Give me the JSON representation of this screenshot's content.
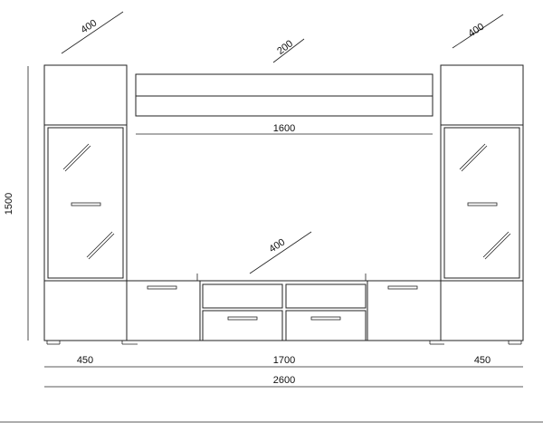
{
  "dimensions": {
    "left_tower_depth": "400",
    "shelf_depth": "200",
    "right_tower_depth": "400",
    "shelf_width": "1600",
    "tv_unit_depth": "400",
    "height": "1500",
    "left_tower_width": "450",
    "tv_unit_width": "1700",
    "right_tower_width": "450",
    "total_width": "2600"
  }
}
